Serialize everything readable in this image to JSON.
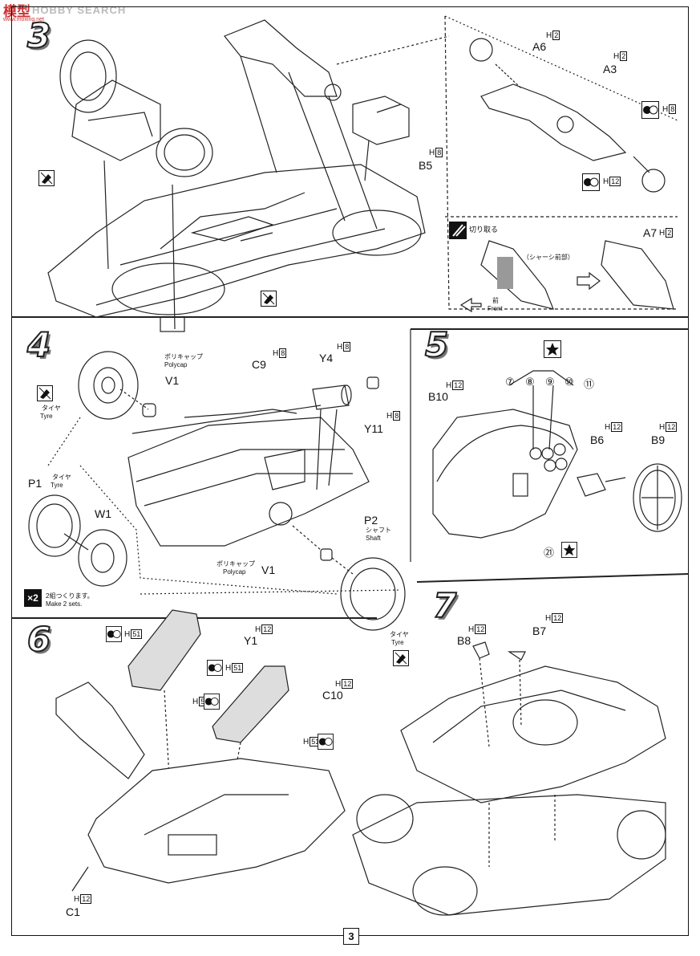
{
  "watermark": {
    "brand_cn": "模型",
    "brand_en": "HOBBY SEARCH",
    "url": "www.moxing.net"
  },
  "page_number": "3",
  "step3": {
    "number": "3",
    "parts": [
      {
        "id": "A6",
        "h": "2"
      },
      {
        "id": "A3",
        "h": "2"
      },
      {
        "id": "B5",
        "h": "8"
      },
      {
        "id": "A7",
        "h": "2"
      }
    ],
    "paint_h8": "8",
    "paint_h12": "12",
    "cut_jp": "切り取る",
    "chassis_front_jp": "（シャーシ前部）",
    "front_jp": "前",
    "front_en": "Front"
  },
  "step4": {
    "number": "4",
    "parts": [
      {
        "id": "Y4",
        "h": "8"
      },
      {
        "id": "C9",
        "h": "8"
      },
      {
        "id": "Y11",
        "h": "8"
      }
    ],
    "v1_top": {
      "jp": "ポリキャップ",
      "en": "Polycap",
      "id": "V1"
    },
    "v1_bottom": {
      "jp": "ポリキャップ",
      "en": "Polycap",
      "id": "V1"
    },
    "tyre_left": {
      "jp": "タイヤ",
      "en": "Tyre"
    },
    "tyre_p1": {
      "jp": "タイヤ",
      "en": "Tyre",
      "id": "P1"
    },
    "tyre_right": {
      "jp": "タイヤ",
      "en": "Tyre"
    },
    "w1": "W1",
    "shaft": {
      "id": "P2",
      "jp": "シャフト",
      "en": "Shaft"
    },
    "make2": {
      "jp": "2組つくります。",
      "en": "Make 2 sets.",
      "mult": "×2"
    }
  },
  "step5": {
    "number": "5",
    "decals": [
      "⑦",
      "⑧",
      "⑨",
      "⑩",
      "⑪"
    ],
    "decal_bottom": "㉑",
    "parts": [
      {
        "id": "B10",
        "h": "12"
      },
      {
        "id": "B6",
        "h": "12"
      },
      {
        "id": "B9",
        "h": "12"
      }
    ]
  },
  "step6": {
    "number": "6",
    "parts": [
      {
        "id": "Y1",
        "h": "12"
      },
      {
        "id": "C10",
        "h": "12"
      },
      {
        "id": "C1",
        "h": "12"
      }
    ],
    "paint_h51": "51"
  },
  "step7": {
    "number": "7",
    "parts": [
      {
        "id": "B8",
        "h": "12"
      },
      {
        "id": "B7",
        "h": "12"
      }
    ]
  }
}
